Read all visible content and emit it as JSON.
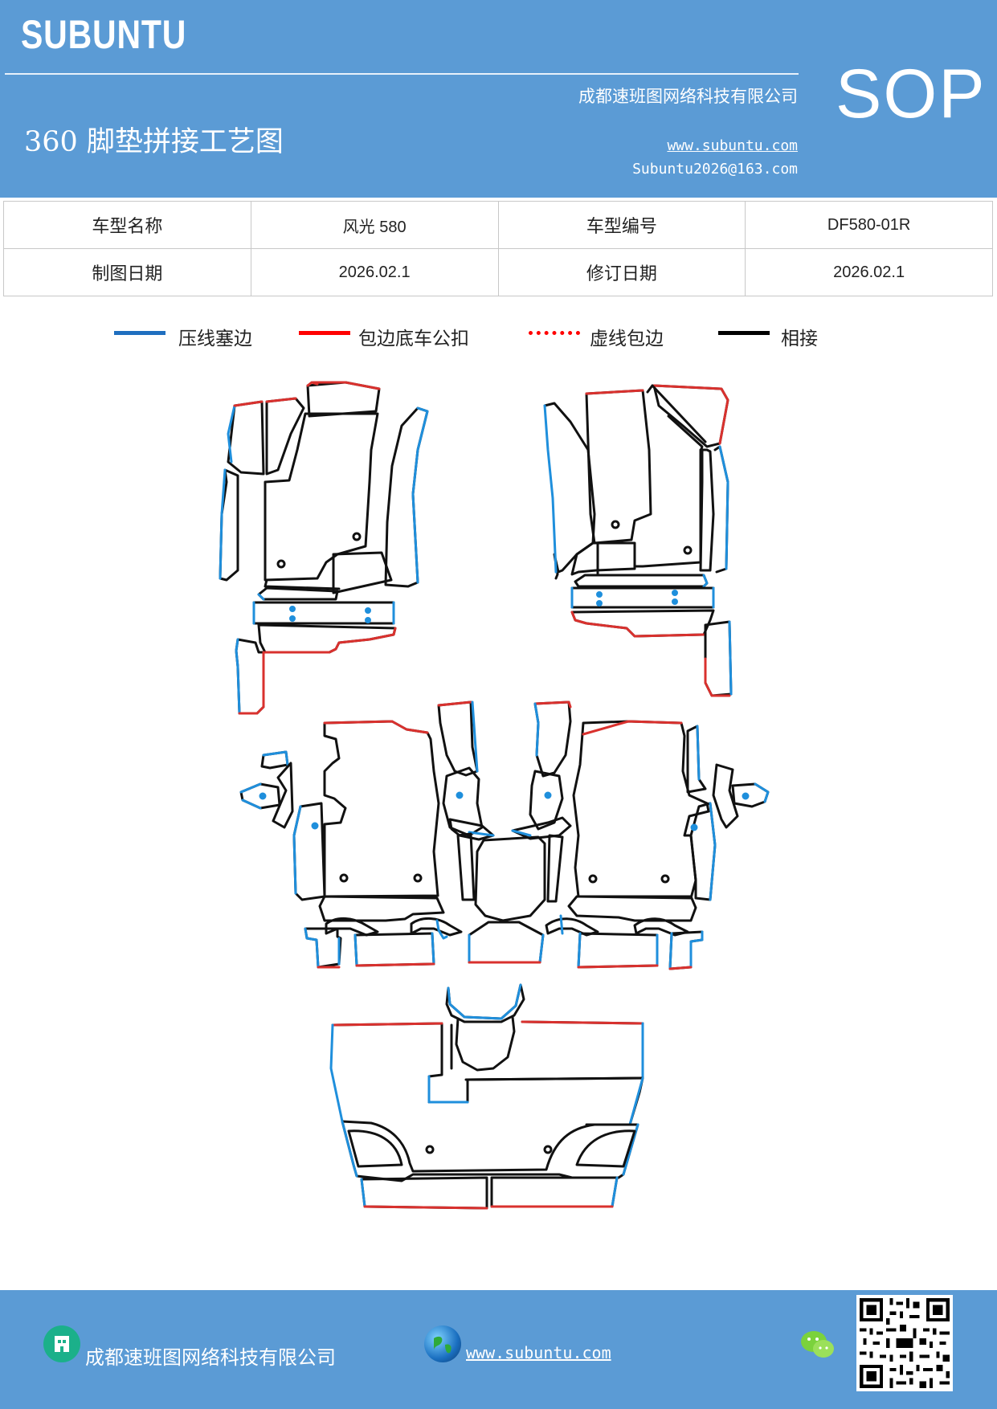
{
  "header": {
    "brand": "SUBUNTU",
    "company": "成都速班图网络科技有限公司",
    "title": "360 脚垫拼接工艺图",
    "website": "www.subuntu.com",
    "email": "Subuntu2026@163.com",
    "badge": "SOP"
  },
  "info_table": {
    "rows": [
      {
        "k1": "车型名称",
        "v1": "风光 580",
        "k2": "车型编号",
        "v2": "DF580-01R"
      },
      {
        "k1": "制图日期",
        "v1": "2026.02.1",
        "k2": "修订日期",
        "v2": "2026.02.1"
      }
    ]
  },
  "legend": [
    {
      "label": "压线塞边",
      "color": "#1f6fbf",
      "style": "solid"
    },
    {
      "label": "包边底车公扣",
      "color": "#ff0000",
      "style": "solid"
    },
    {
      "label": "虚线包边",
      "color": "#ff0000",
      "style": "dotted"
    },
    {
      "label": "相接",
      "color": "#000000",
      "style": "solid"
    }
  ],
  "colors": {
    "brand": "#5b9bd5",
    "seam_blue": "#1f8fdc",
    "edge_red": "#d9312e",
    "joint_black": "#111111"
  },
  "footer": {
    "company": "成都速班图网络科技有限公司",
    "website": "www.subuntu.com",
    "company_icon": "building-icon",
    "web_icon": "globe-icon",
    "social_icon": "wechat-icon",
    "qr": "qr-code"
  }
}
